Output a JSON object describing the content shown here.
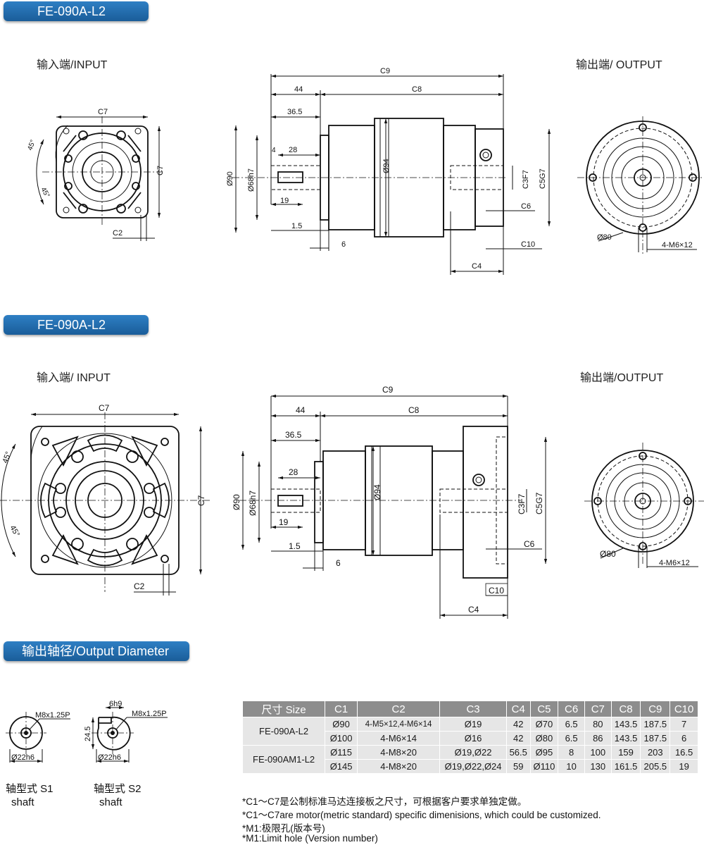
{
  "sections": {
    "top_title": "FE-090A-L2",
    "mid_title": "FE-090A-L2",
    "diameter_title": "输出轴径/Output Diameter"
  },
  "views": {
    "top_input": "输入端/INPUT",
    "top_output": "输出端/ OUTPUT",
    "mid_input": "输入端/ INPUT",
    "mid_output": "输出端/OUTPUT"
  },
  "dims": {
    "c7": "C7",
    "c2": "C2",
    "c9": "C9",
    "c8": "C8",
    "c3f7": "C3F7",
    "c5g7": "C5G7",
    "c6": "C6",
    "c10": "C10",
    "c4": "C4",
    "d44": "44",
    "d365": "36.5",
    "d28": "28",
    "d4": "4",
    "d19": "19",
    "d15": "1.5",
    "d6": "6",
    "d90": "Ø90",
    "d68": "Ø68h7",
    "d94": "Ø94",
    "d80": "Ø80",
    "bolt": "4-M6×12",
    "ang": "45°"
  },
  "shafts": {
    "s1_thread": "M8x1.25P",
    "s1_dia": "Ø22h6",
    "s1_label_cn": "轴型式 S1",
    "s1_label_en": "shaft",
    "s2_thread": "M8x1.25P",
    "s2_key": "6h9",
    "s2_height": "24.5",
    "s2_dia": "Ø22h6",
    "s2_label_cn": "轴型式 S2",
    "s2_label_en": "shaft"
  },
  "table": {
    "headers": [
      "尺寸 Size",
      "C1",
      "C2",
      "C3",
      "C4",
      "C5",
      "C6",
      "C7",
      "C8",
      "C9",
      "C10"
    ],
    "groups": [
      {
        "model": "FE-090A-L2",
        "rows": [
          [
            "Ø90",
            "4-M5×12,4-M6×14",
            "Ø19",
            "42",
            "Ø70",
            "6.5",
            "80",
            "143.5",
            "187.5",
            "7"
          ],
          [
            "Ø100",
            "4-M6×14",
            "Ø16",
            "42",
            "Ø80",
            "6.5",
            "86",
            "143.5",
            "187.5",
            "6"
          ]
        ]
      },
      {
        "model": "FE-090AM1-L2",
        "rows": [
          [
            "Ø115",
            "4-M8×20",
            "Ø19,Ø22",
            "56.5",
            "Ø95",
            "8",
            "100",
            "159",
            "203",
            "16.5"
          ],
          [
            "Ø145",
            "4-M8×20",
            "Ø19,Ø22,Ø24",
            "59",
            "Ø110",
            "10",
            "130",
            "161.5",
            "205.5",
            "19"
          ]
        ]
      }
    ]
  },
  "notes": [
    "*C1～C7是公制标准马达连接板之尺寸，可根据客户要求单独定做。",
    "*C1～C7are motor(metric standard) specific dimenisions, which could be customized.",
    "*M1:极限孔(版本号)",
    "*M1:Limit hole (Version number)"
  ]
}
